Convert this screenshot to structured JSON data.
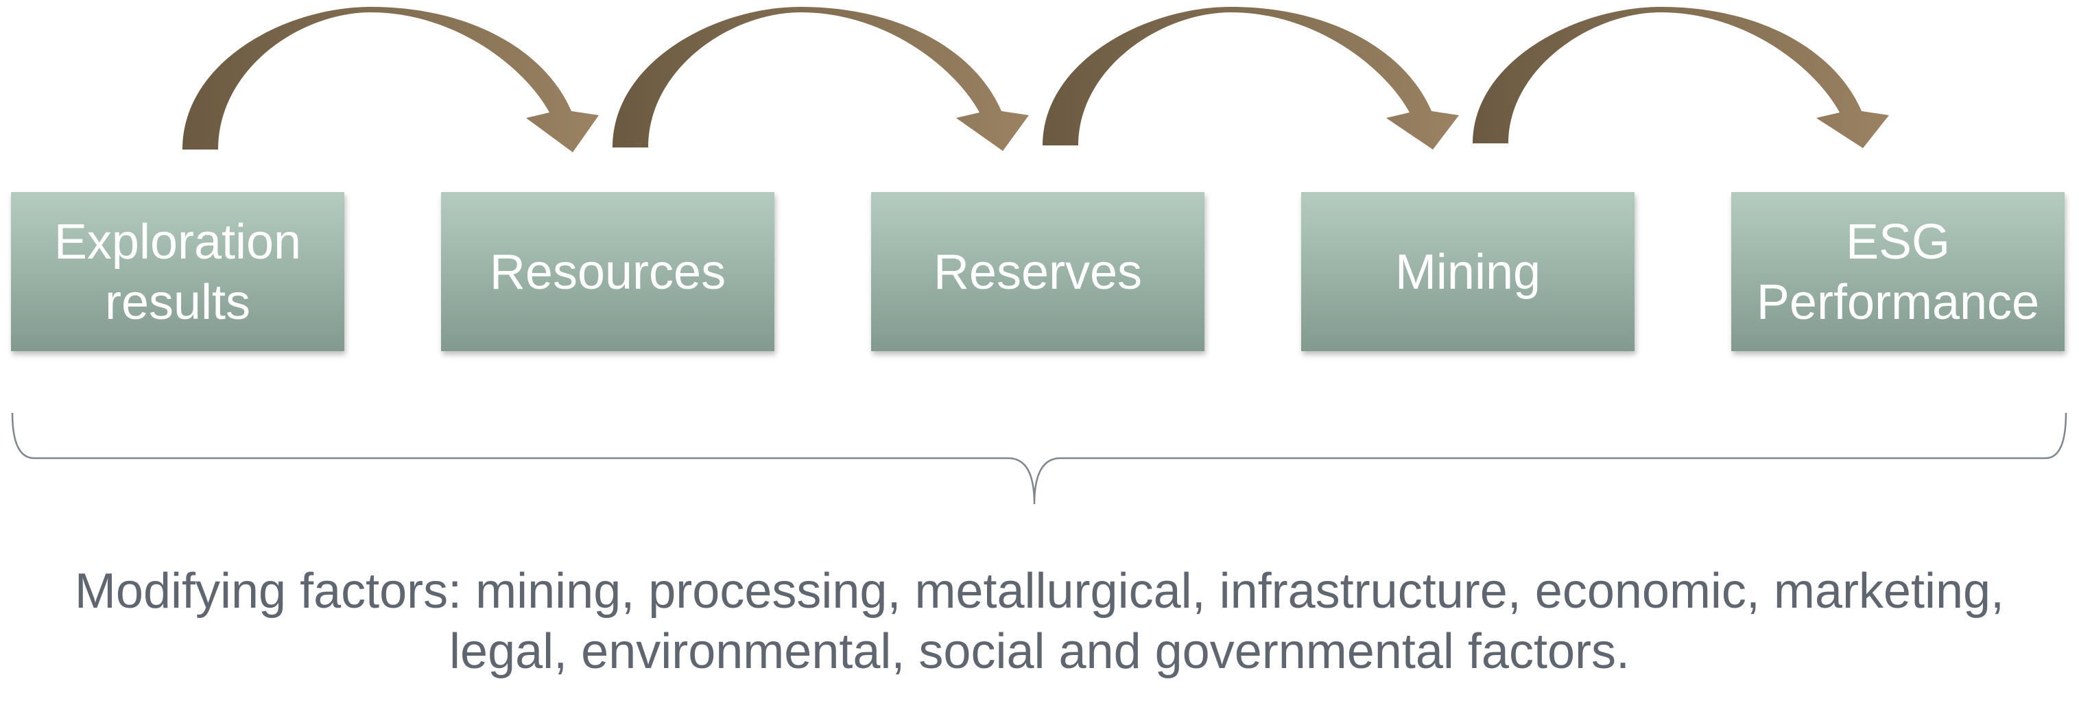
{
  "colors": {
    "box_top": "#b4cbc0",
    "box_bottom": "#829a8f",
    "arrow_dark": "#6b5a42",
    "arrow_light": "#9a8262",
    "brace": "#7f868c",
    "caption_text": "#5f6670",
    "box_text": "#ffffff"
  },
  "stages": [
    {
      "id": "exploration-results",
      "lines": [
        "Exploration",
        "results"
      ]
    },
    {
      "id": "resources",
      "lines": [
        "Resources"
      ]
    },
    {
      "id": "reserves",
      "lines": [
        "Reserves"
      ]
    },
    {
      "id": "mining",
      "lines": [
        "Mining"
      ]
    },
    {
      "id": "esg-performance",
      "lines": [
        "ESG",
        "Performance"
      ]
    }
  ],
  "connections": [
    {
      "from": "exploration-results",
      "to": "resources"
    },
    {
      "from": "resources",
      "to": "reserves"
    },
    {
      "from": "reserves",
      "to": "mining"
    },
    {
      "from": "mining",
      "to": "esg-performance"
    }
  ],
  "caption": {
    "line1": "Modifying factors: mining, processing, metallurgical, infrastructure, economic, marketing,",
    "line2": "legal, environmental, social and governmental factors."
  }
}
